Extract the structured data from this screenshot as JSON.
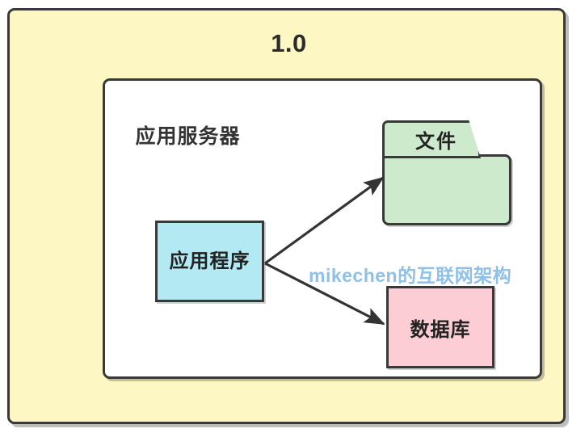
{
  "diagram": {
    "title": "1.0",
    "server_label": "应用服务器",
    "watermark": "mikechen的互联网架构",
    "nodes": {
      "file_store": {
        "label": "文件",
        "shape": "folder",
        "fill": "#cdeacd"
      },
      "application": {
        "label": "应用程序",
        "shape": "rect",
        "fill": "#b3e9f2"
      },
      "database": {
        "label": "数据库",
        "shape": "rect",
        "fill": "#fccdd5"
      }
    },
    "edges": [
      {
        "from": "application",
        "to": "file_store",
        "label": "",
        "arrow": "single"
      },
      {
        "from": "application",
        "to": "database",
        "label": "",
        "arrow": "single"
      }
    ],
    "colors": {
      "outer_background": "#fcf7c3",
      "inner_background": "#ffffff",
      "stroke": "#393939",
      "watermark": "#8fc0e8",
      "text": "#222222"
    }
  }
}
